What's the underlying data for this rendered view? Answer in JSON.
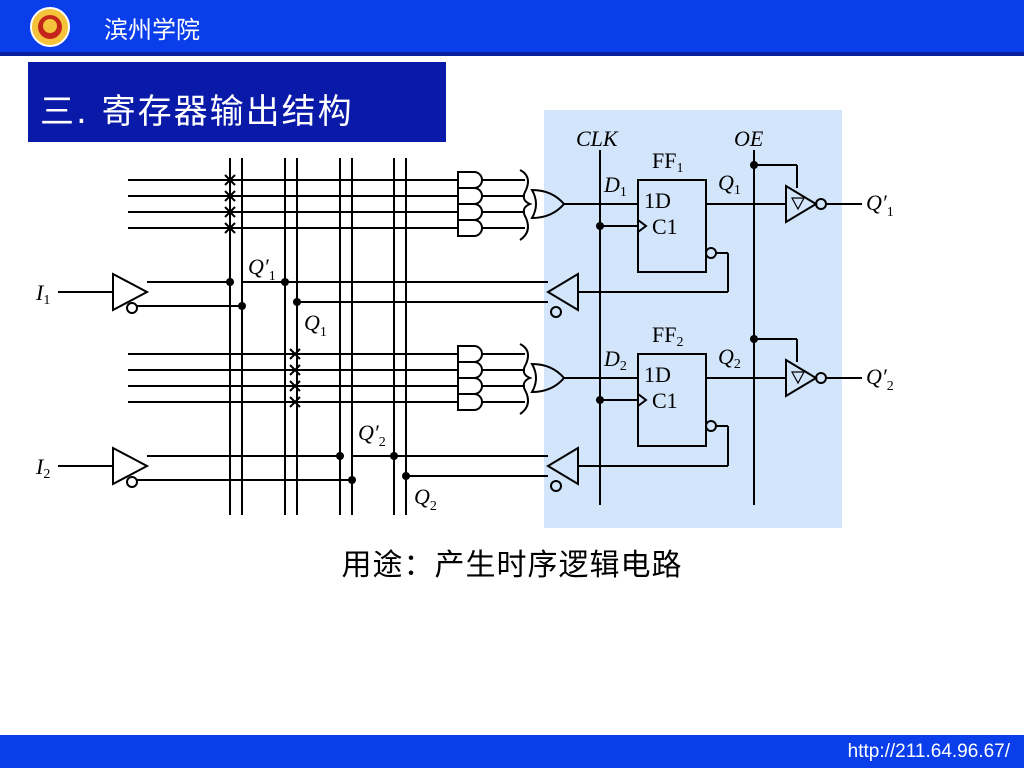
{
  "header": {
    "school_name": "滨州学院"
  },
  "slide": {
    "title": "三. 寄存器输出结构",
    "caption": "用途：产生时序逻辑电路"
  },
  "diagram": {
    "labels": {
      "clk": "CLK",
      "oe": "OE",
      "ff1": "FF",
      "ff1_sub": "1",
      "ff2": "FF",
      "ff2_sub": "2",
      "d1": "D",
      "d1_sub": "1",
      "d2": "D",
      "d2_sub": "2",
      "q1": "Q",
      "q1_sub": "1",
      "q2": "Q",
      "q2_sub": "2",
      "in_1d": "1D",
      "in_c1": "C1",
      "in2_1d": "1D",
      "in2_c1": "C1",
      "i1": "I",
      "i1_sub": "1",
      "i2": "I",
      "i2_sub": "2",
      "q1p_out": "Q′",
      "q1p_out_sub": "1",
      "q2p_out": "Q′",
      "q2p_out_sub": "2",
      "q1p_fb": "Q′",
      "q1p_fb_sub": "1",
      "q2p_fb": "Q′",
      "q2p_fb_sub": "2",
      "q1_fb": "Q",
      "q1_fb_sub": "1",
      "q2_fb": "Q",
      "q2_fb_sub": "2"
    }
  },
  "footer": {
    "url": "http://211.64.96.67/"
  },
  "colors": {
    "header_blue": "#0a3eea",
    "title_blue": "#0a1aa8",
    "highlight": "#d3e5fb"
  }
}
